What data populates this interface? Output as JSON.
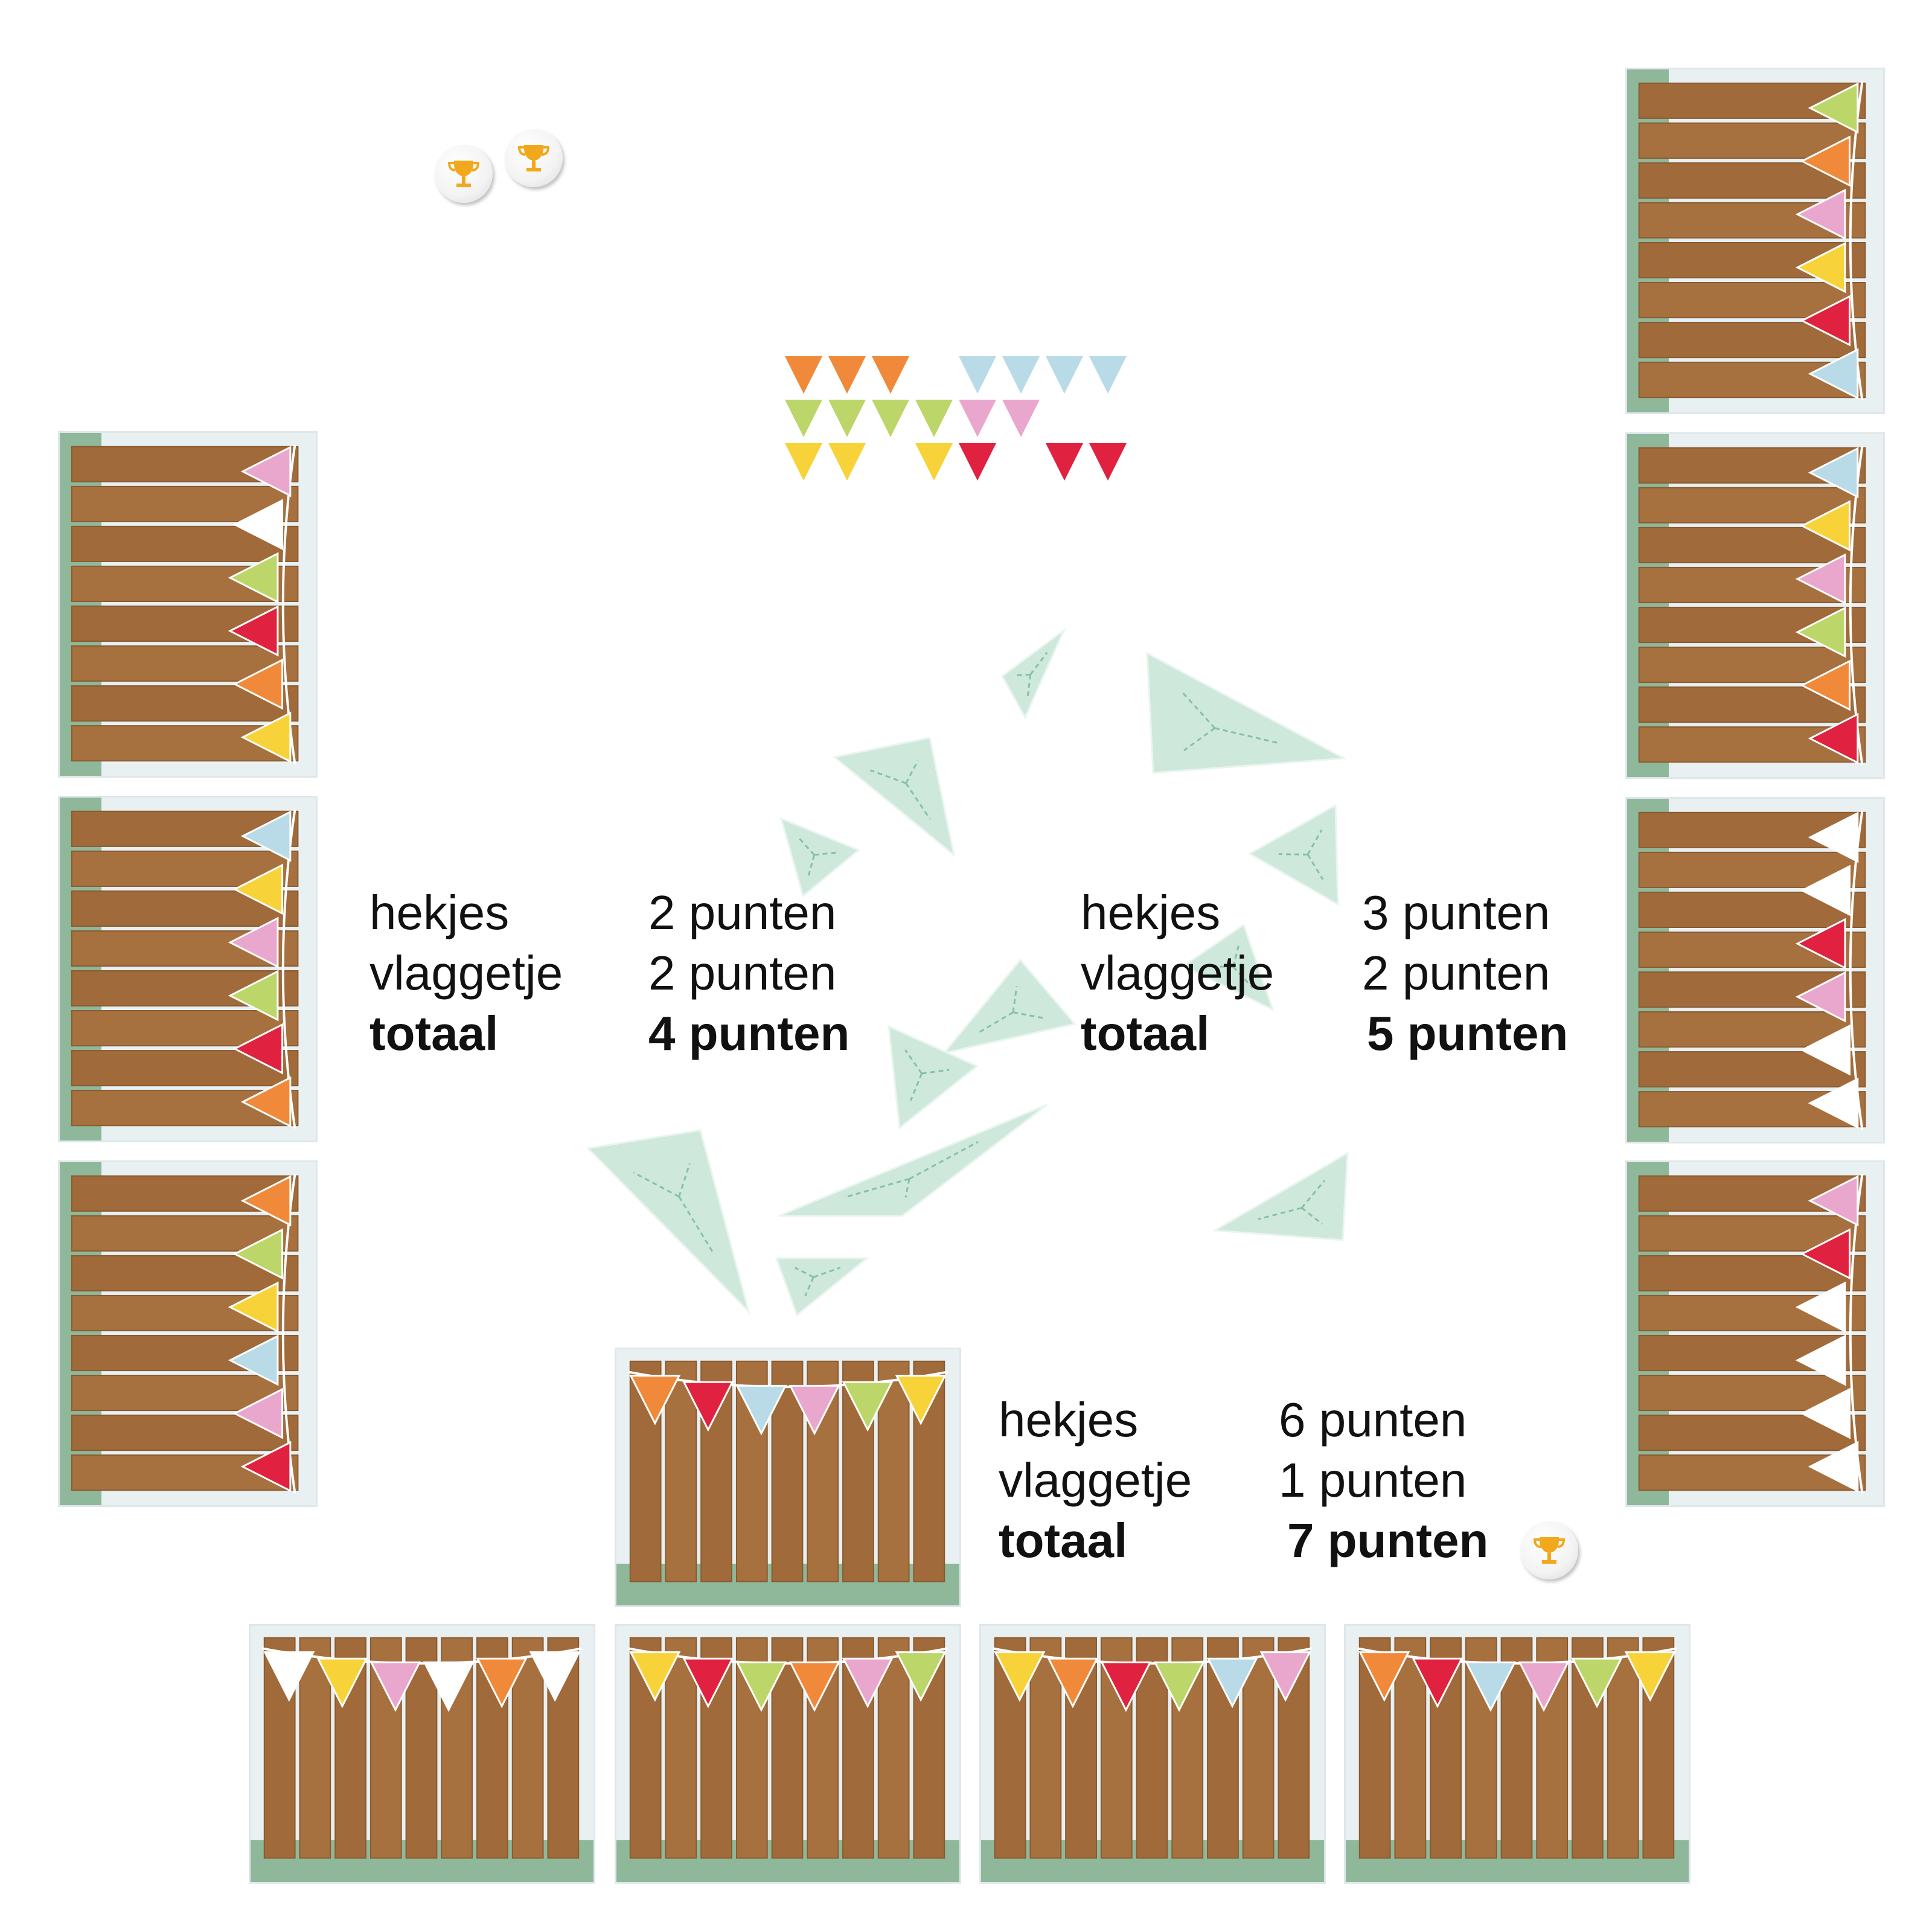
{
  "scores": [
    {
      "id": "left",
      "rows": [
        {
          "label": "hekjes",
          "value": "2 punten"
        },
        {
          "label": "vlaggetje",
          "value": "2 punten"
        }
      ],
      "total": {
        "label": "totaal",
        "value": "4 punten"
      }
    },
    {
      "id": "right",
      "rows": [
        {
          "label": "hekjes",
          "value": "3 punten"
        },
        {
          "label": "vlaggetje",
          "value": "2 punten"
        }
      ],
      "total": {
        "label": "totaal",
        "value": "5 punten"
      }
    },
    {
      "id": "bottom",
      "rows": [
        {
          "label": "hekjes",
          "value": "6 punten"
        },
        {
          "label": "vlaggetje",
          "value": "1 punten"
        }
      ],
      "total": {
        "label": "totaal",
        "value": "7 punten"
      }
    }
  ],
  "supply_flags": {
    "rows": [
      [
        "orange",
        "orange",
        "orange",
        "",
        "light-blue",
        "light-blue",
        "light-blue",
        "light-blue"
      ],
      [
        "lime",
        "lime",
        "lime",
        "lime",
        "pink",
        "pink"
      ],
      [
        "yellow",
        "yellow",
        "",
        "yellow",
        "red",
        "",
        "red",
        "red"
      ]
    ]
  },
  "colors": {
    "orange": "#f08a3a",
    "light-blue": "#b9dbe8",
    "lime": "#bcd66a",
    "pink": "#eaa7cd",
    "yellow": "#f7d339",
    "red": "#e0213f",
    "fence": "#a7713f",
    "fence-dark": "#8a5a2f",
    "tile": "#cfe8dc",
    "trophy": "#f2a81c"
  },
  "icons": [
    "trophy-icon",
    "triangle-tile",
    "bunting-flag"
  ],
  "trophy_count_top": 2
}
